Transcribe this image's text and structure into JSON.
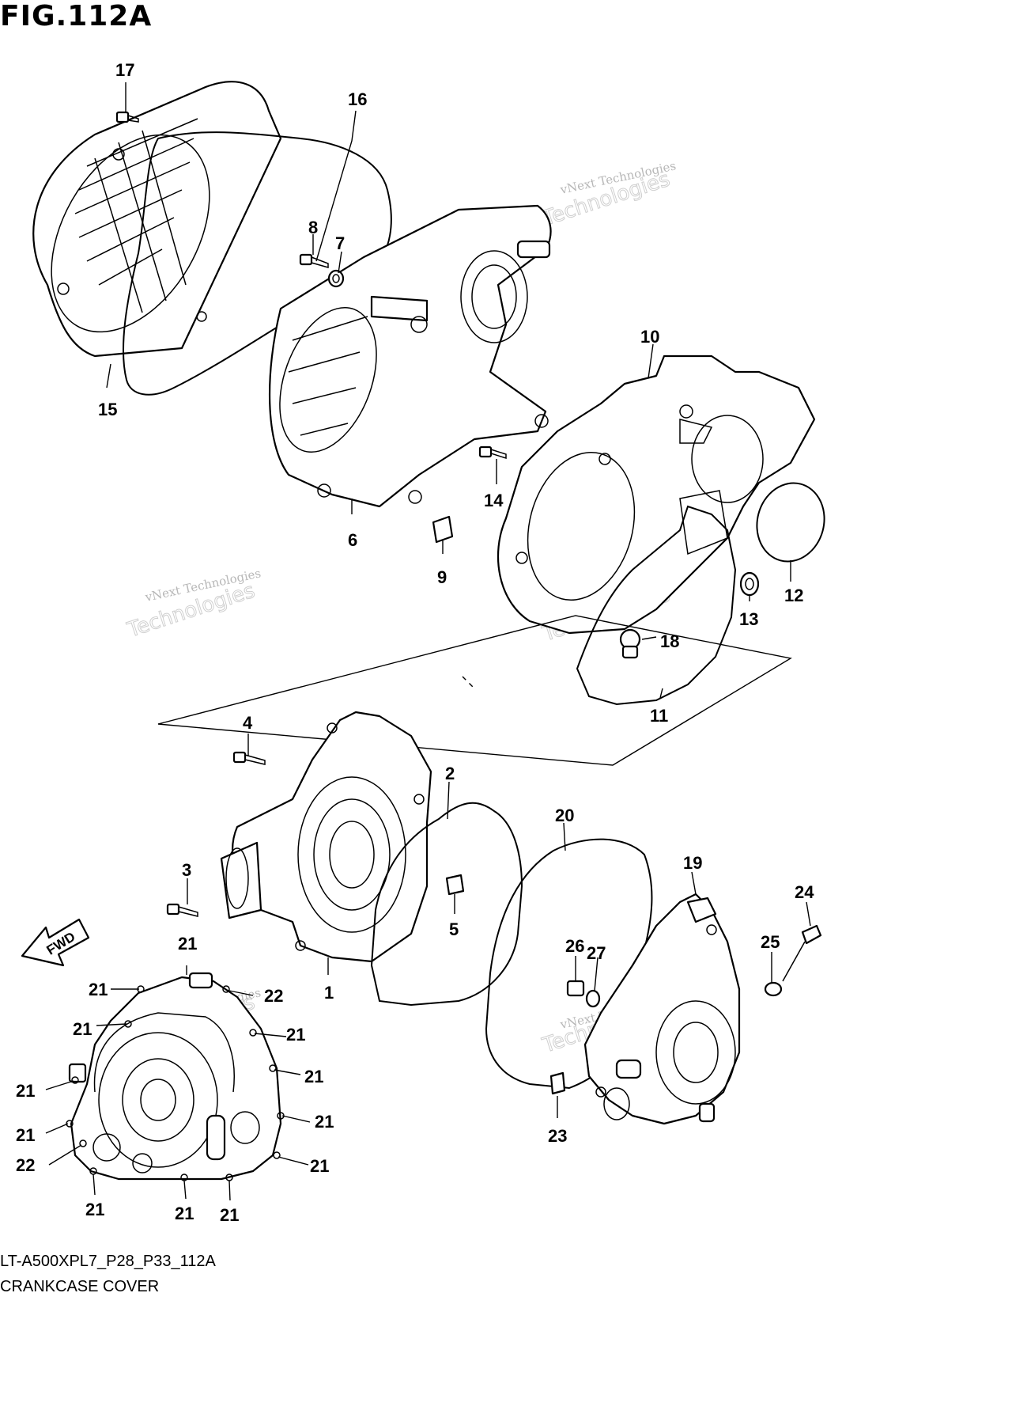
{
  "figure": {
    "title": "FIG.112A",
    "code": "LT-A500XPL7_P28_P33_112A",
    "name": "CRANKCASE COVER",
    "direction_label": "FWD"
  },
  "watermark": {
    "text": "vNext Technologies",
    "big_line1": "vNext",
    "big_line2": "Technologies"
  },
  "callouts": {
    "c1": "1",
    "c2": "2",
    "c3": "3",
    "c4": "4",
    "c5": "5",
    "c6": "6",
    "c7": "7",
    "c8": "8",
    "c9": "9",
    "c10": "10",
    "c11": "11",
    "c12": "12",
    "c13": "13",
    "c14": "14",
    "c15": "15",
    "c16": "16",
    "c17": "17",
    "c18": "18",
    "c19": "19",
    "c20": "20",
    "c21": "21",
    "c22": "22",
    "c23": "23",
    "c24": "24",
    "c25": "25",
    "c26": "26",
    "c27": "27"
  }
}
